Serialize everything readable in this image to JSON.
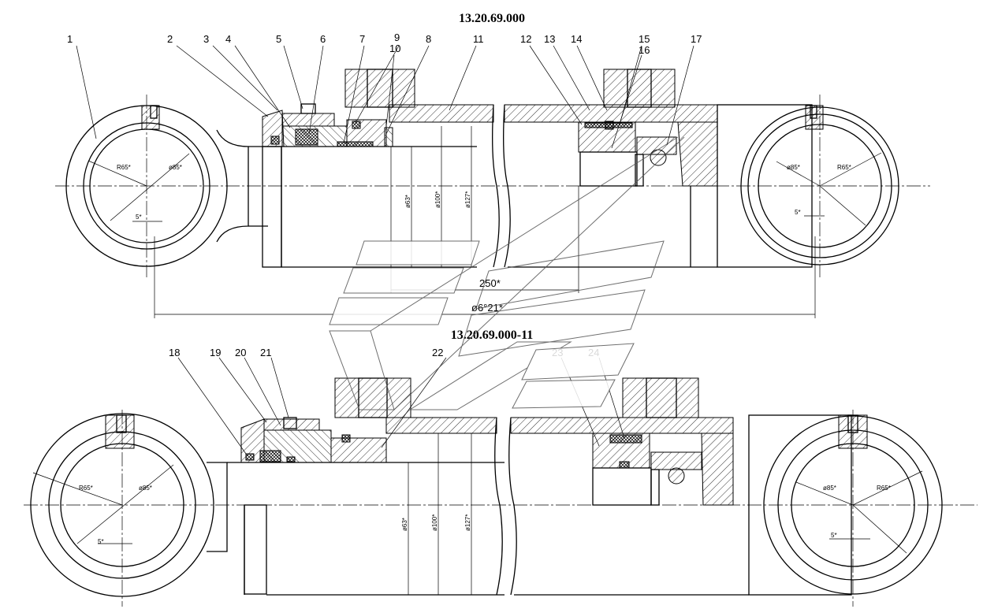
{
  "drawing": {
    "title_top": "13.20.69.000",
    "title_bottom": "13.20.69.000-11",
    "callouts_top": [
      "1",
      "2",
      "3",
      "4",
      "5",
      "6",
      "7",
      "9",
      "10",
      "8",
      "11",
      "12",
      "13",
      "14",
      "15",
      "16",
      "17"
    ],
    "callouts_bottom": [
      "18",
      "19",
      "20",
      "21",
      "22",
      "23",
      "24"
    ],
    "dims_top": {
      "r_left": "R65*",
      "d_left": "ø85*",
      "off_left": "5*",
      "d_right": "ø85*",
      "r_right": "R65*",
      "off_right": "5*",
      "rod": "ø63*",
      "bore": "ø100*",
      "outer": "ø127*",
      "stroke": "250*",
      "length": "ø6°21*"
    },
    "dims_bottom": {
      "r_left": "R65*",
      "d_left": "ø85*",
      "off_left": "5*",
      "d_right": "ø85*",
      "r_right": "R65*",
      "off_right": "5*",
      "rod": "ø63*",
      "bore": "ø100*",
      "outer": "ø127*"
    }
  }
}
